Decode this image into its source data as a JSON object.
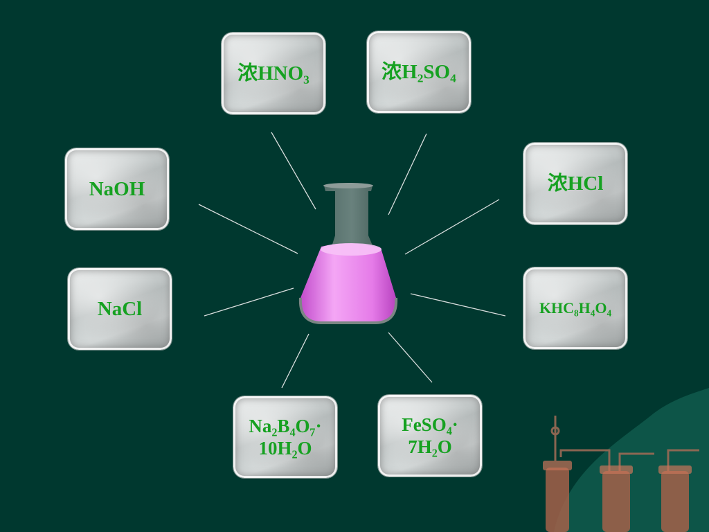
{
  "tiles": {
    "hno3": "浓HNO₃",
    "h2so4": "浓H₂SO₄",
    "naoh": "NaOH",
    "hcl": "浓HCl",
    "nacl": "NaCl",
    "khp": "KHC₈H₄O₄",
    "borax_line1": "Na₂B₄O₇·",
    "borax_line2": "10H₂O",
    "feso4_line1": "FeSO₄·",
    "feso4_line2": "7H₂O"
  },
  "colors": {
    "background": "#00382f",
    "text": "#16a121",
    "flask_liquid": "#e57be8"
  },
  "icons": {
    "center": "erlenmeyer-flask-icon",
    "decoration": "gas-washing-apparatus-icon"
  }
}
